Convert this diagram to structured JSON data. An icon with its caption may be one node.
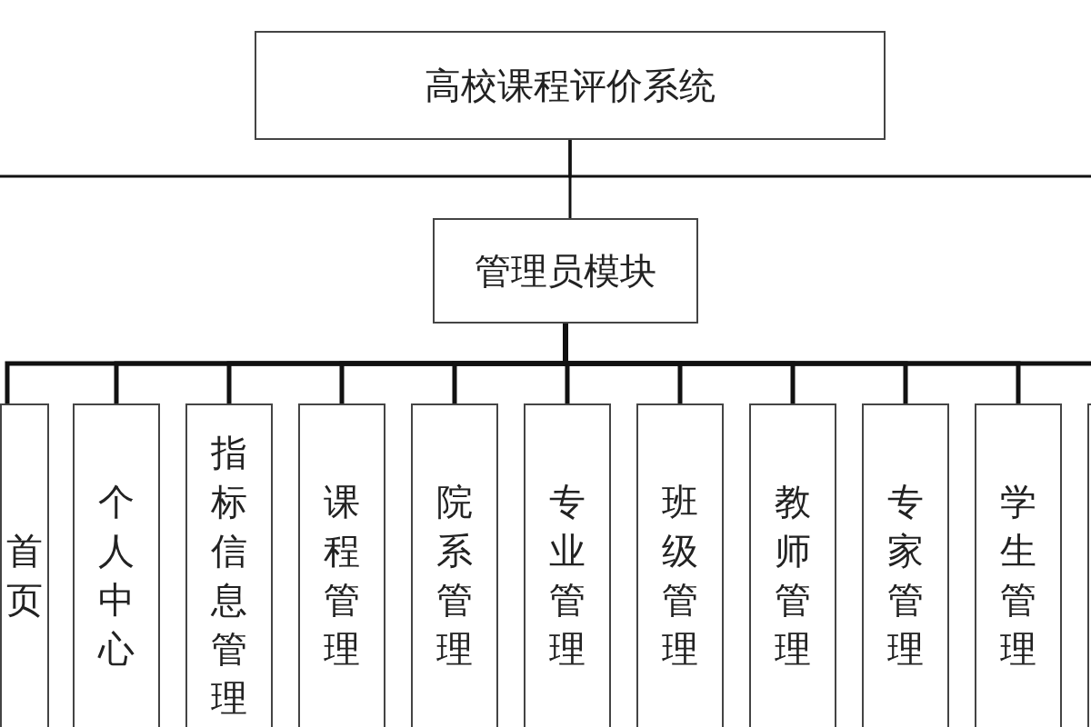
{
  "diagram": {
    "nodes": [
      {
        "text": [
          "高校课程评价系统"
        ]
      },
      {
        "text": [
          "管理员模块"
        ]
      },
      {
        "text": [
          "首页"
        ]
      },
      {
        "text": [
          "个人中心"
        ]
      },
      {
        "text": [
          "指标信息管理"
        ]
      },
      {
        "text": [
          "课程管理"
        ]
      },
      {
        "text": [
          "院系管理"
        ]
      },
      {
        "text": [
          "专业管理"
        ]
      },
      {
        "text": [
          "班级管理"
        ]
      },
      {
        "text": [
          "教师管理"
        ]
      },
      {
        "text": [
          "专家管理"
        ]
      },
      {
        "text": [
          "学生管理"
        ]
      },
      {
        "text": [],
        "shape": "box"
      }
    ],
    "edges": [
      {
        "from": 0,
        "to": 1,
        "arrow": "none"
      },
      {
        "from": 0,
        "to": null,
        "arrow": "none"
      },
      {
        "from": 0,
        "to": null,
        "arrow": "none"
      },
      {
        "from": 1,
        "to": 2,
        "arrow": "none"
      },
      {
        "from": 1,
        "to": 3,
        "arrow": "none"
      },
      {
        "from": 1,
        "to": 4,
        "arrow": "none"
      },
      {
        "from": 1,
        "to": 5,
        "arrow": "none"
      },
      {
        "from": 1,
        "to": 6,
        "arrow": "none"
      },
      {
        "from": 1,
        "to": 7,
        "arrow": "none"
      },
      {
        "from": 1,
        "to": 8,
        "arrow": "none"
      },
      {
        "from": 1,
        "to": 9,
        "arrow": "none"
      },
      {
        "from": 1,
        "to": 10,
        "arrow": "none"
      },
      {
        "from": 1,
        "to": 11,
        "arrow": "none"
      },
      {
        "from": 1,
        "to": 12,
        "arrow": "none"
      }
    ]
  }
}
